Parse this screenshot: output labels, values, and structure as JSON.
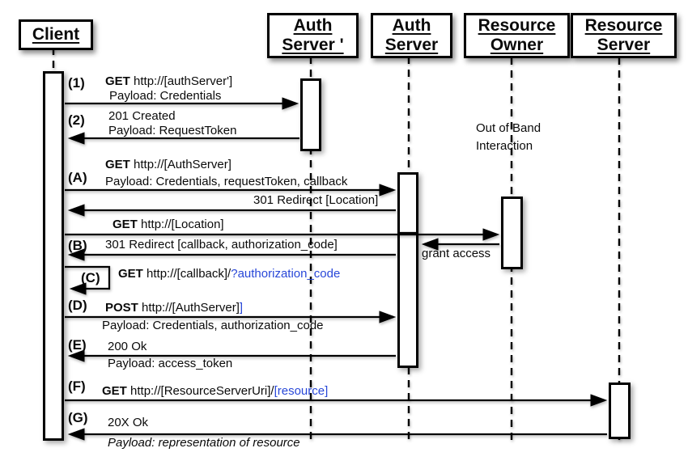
{
  "colors": {
    "ink": "#000000",
    "link_blue": "#2847d8",
    "background": "#ffffff"
  },
  "actors": [
    {
      "id": "client",
      "lines": [
        "Client"
      ]
    },
    {
      "id": "auth-server-prime",
      "lines": [
        "Auth",
        "Server '"
      ]
    },
    {
      "id": "auth-server",
      "lines": [
        "Auth",
        "Server"
      ]
    },
    {
      "id": "resource-owner",
      "lines": [
        "Resource",
        "Owner"
      ]
    },
    {
      "id": "resource-server",
      "lines": [
        "Resource",
        "Server"
      ]
    }
  ],
  "annotations": {
    "out_of_band_line1": "Out of Band",
    "out_of_band_line2": "Interaction",
    "grant_access": "grant access"
  },
  "messages": [
    {
      "step": "(1)",
      "verb": "GET",
      "url": " http://[authServer']",
      "payload": "Payload: Credentials"
    },
    {
      "step": "(2)",
      "status": "201 Created",
      "payload": "Payload: RequestToken"
    },
    {
      "step": "(A)",
      "verb": "GET",
      "url": " http://[AuthServer]",
      "payload": "Payload: Credentials, requestToken, callback"
    },
    {
      "status": "301 Redirect [Location]"
    },
    {
      "verb": "GET",
      "url": " http://[Location]"
    },
    {
      "step": "(B)",
      "status": "301 Redirect [callback, authorization_code]"
    },
    {
      "step": "(C)",
      "verb": "GET",
      "url": " http://[callback]/",
      "link": "?authorization_code"
    },
    {
      "step": "(D)",
      "verb": "POST",
      "url": " http://[AuthServer]",
      "link": "]",
      "payload": "Payload: Credentials, authorization_code"
    },
    {
      "step": "(E)",
      "status": "200 Ok",
      "payload": "Payload: access_token"
    },
    {
      "step": "(F)",
      "verb": "GET",
      "url": " http://[ResourceServerUri]/",
      "link": "[resource]"
    },
    {
      "step": "(G)",
      "status": "20X Ok",
      "payload_italic": "Payload: representation of resource"
    }
  ]
}
